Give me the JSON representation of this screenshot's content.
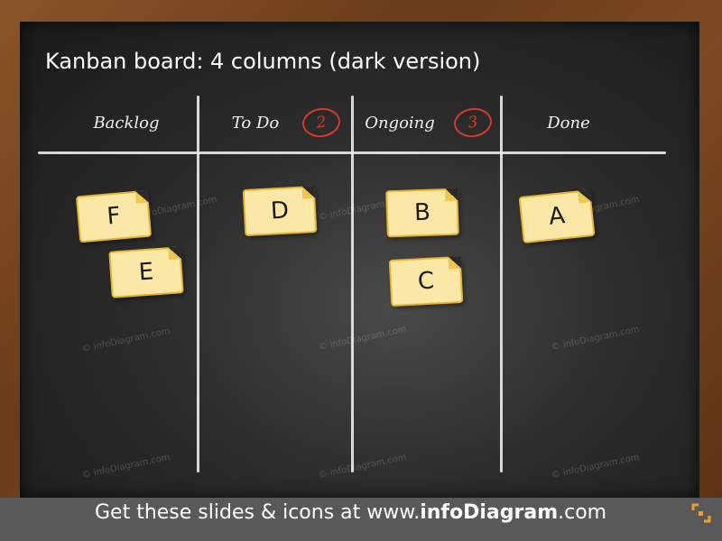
{
  "title": "Kanban board: 4 columns (dark version)",
  "columns": [
    {
      "name": "Backlog",
      "count": ""
    },
    {
      "name": "To Do",
      "count": "2"
    },
    {
      "name": "Ongoing",
      "count": "3"
    },
    {
      "name": "Done",
      "count": ""
    }
  ],
  "cards": {
    "backlog": [
      "F",
      "E"
    ],
    "todo": [
      "D"
    ],
    "ongoing": [
      "B",
      "C"
    ],
    "done": [
      "A"
    ]
  },
  "watermark": "© infoDiagram.com",
  "footer": {
    "prefix": "Get these slides & icons at www.",
    "brand": "infoDiagram",
    "suffix": ".com"
  },
  "colors": {
    "badge": "#d63a2a",
    "note_fill": "#fbe8a6",
    "note_border": "#e7b52f",
    "footer_bg": "#595959"
  }
}
